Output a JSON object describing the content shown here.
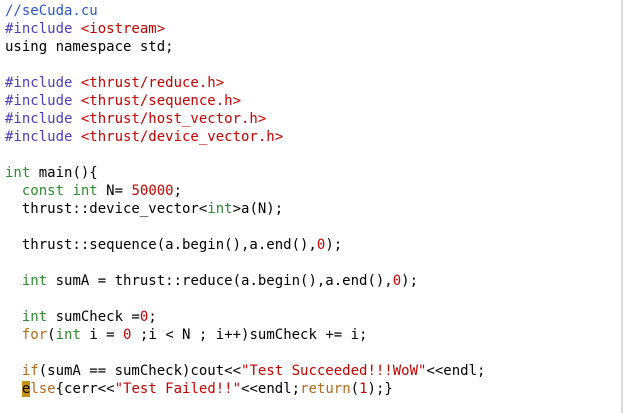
{
  "editor": {
    "filename_comment": "//seCuda.cu",
    "cursor": {
      "line": 21,
      "column": 1
    },
    "colors": {
      "comment": "#2b56c9",
      "preprocessor": "#4b3cbe",
      "include_path": "#c40000",
      "type": "#2e8b30",
      "keyword": "#b5681b",
      "number": "#c40000",
      "string": "#c40000",
      "cursor": "#c7900e"
    },
    "lines": [
      [
        {
          "t": "//seCuda.cu",
          "k": "comment"
        }
      ],
      [
        {
          "t": "#include ",
          "k": "pre"
        },
        {
          "t": "<iostream>",
          "k": "inc"
        }
      ],
      [
        {
          "t": "using namespace std;",
          "k": "plain"
        }
      ],
      [],
      [
        {
          "t": "#include ",
          "k": "pre"
        },
        {
          "t": "<thrust/reduce.h>",
          "k": "inc"
        }
      ],
      [
        {
          "t": "#include ",
          "k": "pre"
        },
        {
          "t": "<thrust/sequence.h>",
          "k": "inc"
        }
      ],
      [
        {
          "t": "#include ",
          "k": "pre"
        },
        {
          "t": "<thrust/host_vector.h>",
          "k": "inc"
        }
      ],
      [
        {
          "t": "#include ",
          "k": "pre"
        },
        {
          "t": "<thrust/device_vector.h>",
          "k": "inc"
        }
      ],
      [],
      [
        {
          "t": "int",
          "k": "type"
        },
        {
          "t": " main(){",
          "k": "plain"
        }
      ],
      [
        {
          "t": "  ",
          "k": "plain"
        },
        {
          "t": "const",
          "k": "type"
        },
        {
          "t": " ",
          "k": "plain"
        },
        {
          "t": "int",
          "k": "type"
        },
        {
          "t": " N= ",
          "k": "plain"
        },
        {
          "t": "50000",
          "k": "num"
        },
        {
          "t": ";",
          "k": "plain"
        }
      ],
      [
        {
          "t": "  thrust::device_vector<",
          "k": "plain"
        },
        {
          "t": "int",
          "k": "type"
        },
        {
          "t": ">a(N);",
          "k": "plain"
        }
      ],
      [],
      [
        {
          "t": "  thrust::sequence(a.begin(),a.end(),",
          "k": "plain"
        },
        {
          "t": "0",
          "k": "num"
        },
        {
          "t": ");",
          "k": "plain"
        }
      ],
      [],
      [
        {
          "t": "  ",
          "k": "plain"
        },
        {
          "t": "int",
          "k": "type"
        },
        {
          "t": " sumA = thrust::reduce(a.begin(),a.end(),",
          "k": "plain"
        },
        {
          "t": "0",
          "k": "num"
        },
        {
          "t": ");",
          "k": "plain"
        }
      ],
      [],
      [
        {
          "t": "  ",
          "k": "plain"
        },
        {
          "t": "int",
          "k": "type"
        },
        {
          "t": " sumCheck =",
          "k": "plain"
        },
        {
          "t": "0",
          "k": "num"
        },
        {
          "t": ";",
          "k": "plain"
        }
      ],
      [
        {
          "t": "  ",
          "k": "plain"
        },
        {
          "t": "for",
          "k": "kw"
        },
        {
          "t": "(",
          "k": "plain"
        },
        {
          "t": "int",
          "k": "type"
        },
        {
          "t": " i = ",
          "k": "plain"
        },
        {
          "t": "0",
          "k": "num"
        },
        {
          "t": " ;i < N ; i++)sumCheck += i;",
          "k": "plain"
        }
      ],
      [],
      [
        {
          "t": "  ",
          "k": "plain"
        },
        {
          "t": "if",
          "k": "kw"
        },
        {
          "t": "(sumA == sumCheck)cout<<",
          "k": "plain"
        },
        {
          "t": "\"Test Succeeded!!!WoW\"",
          "k": "str"
        },
        {
          "t": "<<endl;",
          "k": "plain"
        }
      ],
      [
        {
          "t": "  ",
          "k": "plain"
        },
        {
          "t": "e",
          "k": "cursor"
        },
        {
          "t": "lse",
          "k": "kw"
        },
        {
          "t": "{cerr<<",
          "k": "plain"
        },
        {
          "t": "\"Test Failed!!\"",
          "k": "str"
        },
        {
          "t": "<<endl;",
          "k": "plain"
        },
        {
          "t": "return",
          "k": "kw"
        },
        {
          "t": "(",
          "k": "plain"
        },
        {
          "t": "1",
          "k": "num"
        },
        {
          "t": ");}",
          "k": "plain"
        }
      ]
    ]
  }
}
